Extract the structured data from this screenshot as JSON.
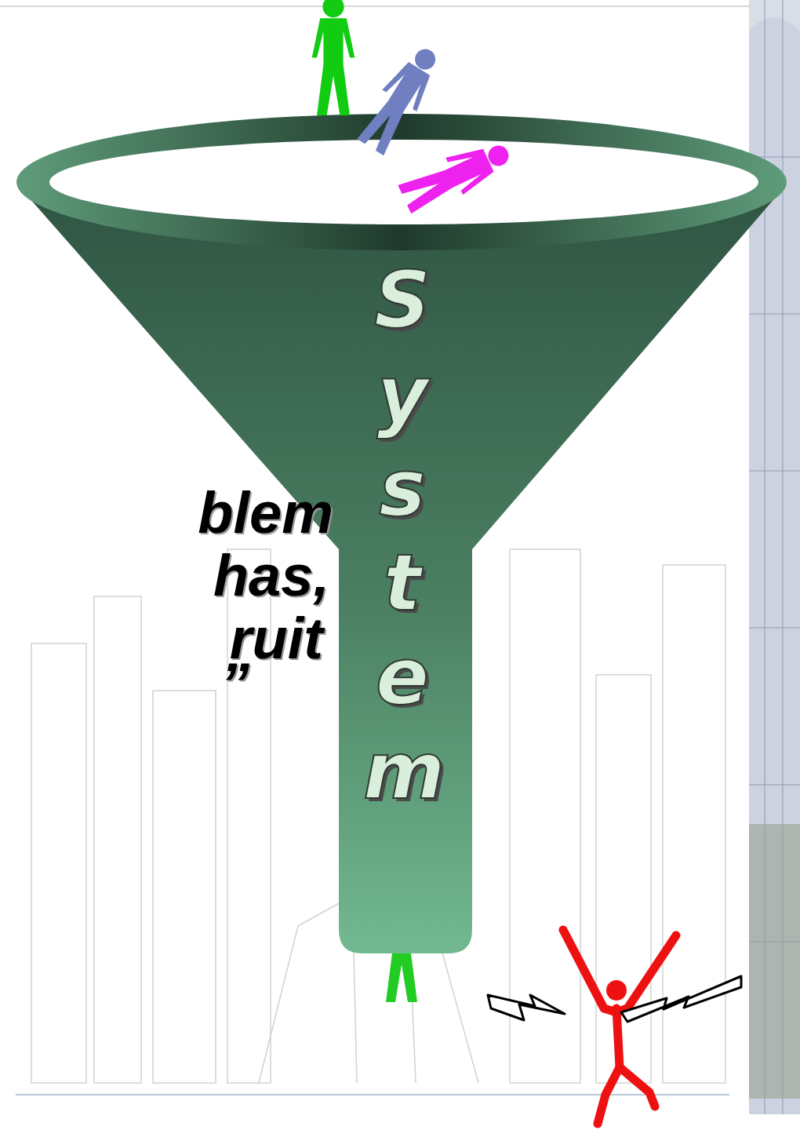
{
  "diagram": {
    "nodes": [
      {
        "text": [
          "System"
        ]
      }
    ],
    "labels": [
      "blem",
      "has,",
      "ruit",
      "”"
    ]
  }
}
